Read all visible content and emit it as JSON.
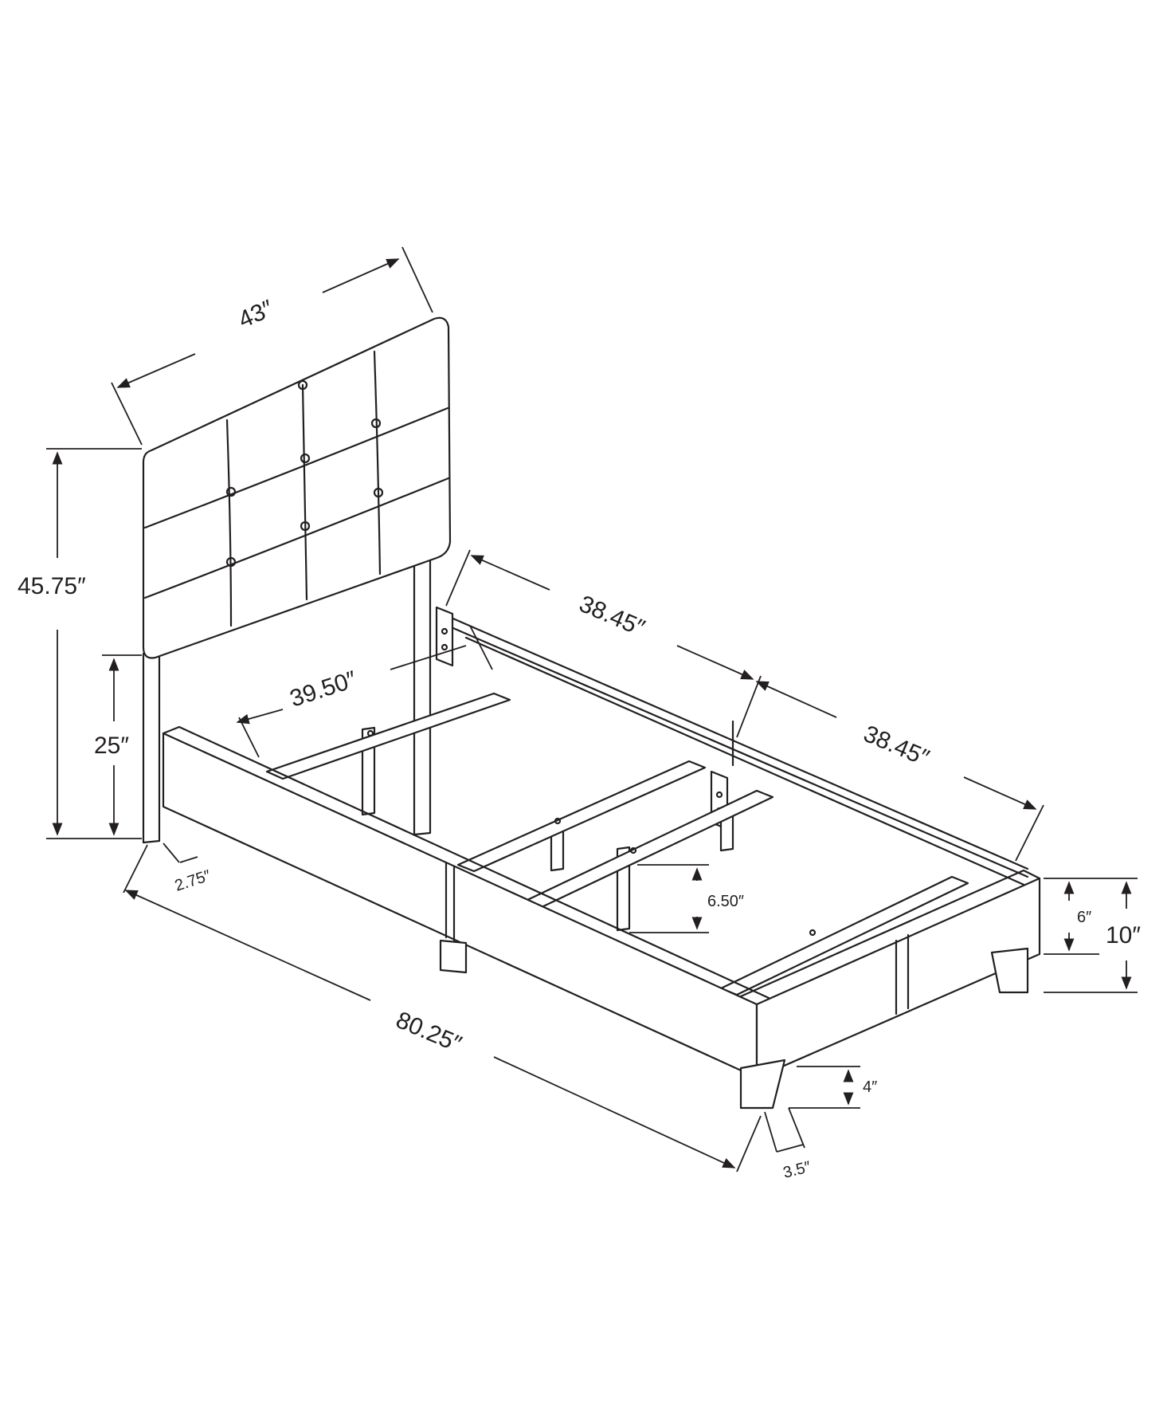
{
  "dimensions": {
    "headboard_width": "43″",
    "total_height": "45.75″",
    "headboard_clearance": "25″",
    "frame_width_head": "39.50″",
    "side_rail_upper": "38.45″",
    "side_rail_lower": "38.45″",
    "overall_length": "80.25″",
    "headboard_leg": "2.75″",
    "slat_clearance": "6.50″",
    "rail_height": "6″",
    "footboard_height": "10″",
    "leg_height": "4″",
    "leg_width": "3.5″"
  },
  "colors": {
    "line": "#231f20",
    "background": "#ffffff"
  }
}
